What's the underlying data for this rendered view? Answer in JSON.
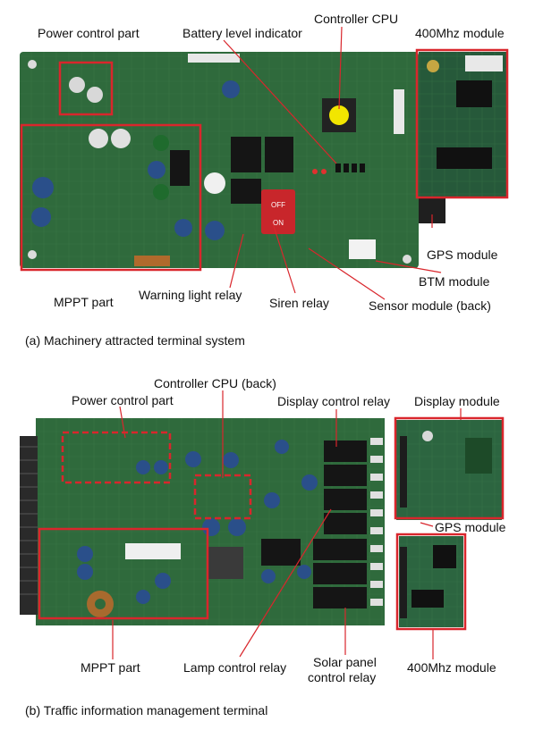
{
  "panel_a": {
    "caption": "(a) Machinery attracted terminal system",
    "labels": {
      "power_control": "Power control part",
      "battery_level": "Battery level indicator",
      "controller_cpu": "Controller CPU",
      "module_400": "400Mhz module",
      "gps_module": "GPS module",
      "btm_module": "BTM module",
      "sensor_module": "Sensor module (back)",
      "mppt": "MPPT part",
      "warning_relay": "Warning light relay",
      "siren_relay": "Siren relay"
    },
    "switch_text": {
      "off": "OFF",
      "on": "ON"
    }
  },
  "panel_b": {
    "caption": "(b) Traffic information management terminal",
    "labels": {
      "controller_cpu_back": "Controller CPU (back)",
      "power_control": "Power control part",
      "display_control_relay": "Display control relay",
      "display_module": "Display module",
      "gps_module": "GPS module",
      "mppt": "MPPT part",
      "lamp_control_relay": "Lamp control relay",
      "solar_panel_relay_1": "Solar panel",
      "solar_panel_relay_2": "control relay",
      "module_400": "400Mhz module"
    }
  },
  "colors": {
    "pcb": "#2f6a3c",
    "pcb_dark": "#1d4a28",
    "highlight_box": "#d9262c",
    "relay_black": "#151515",
    "capacitor_blue": "#2a4f8a"
  }
}
